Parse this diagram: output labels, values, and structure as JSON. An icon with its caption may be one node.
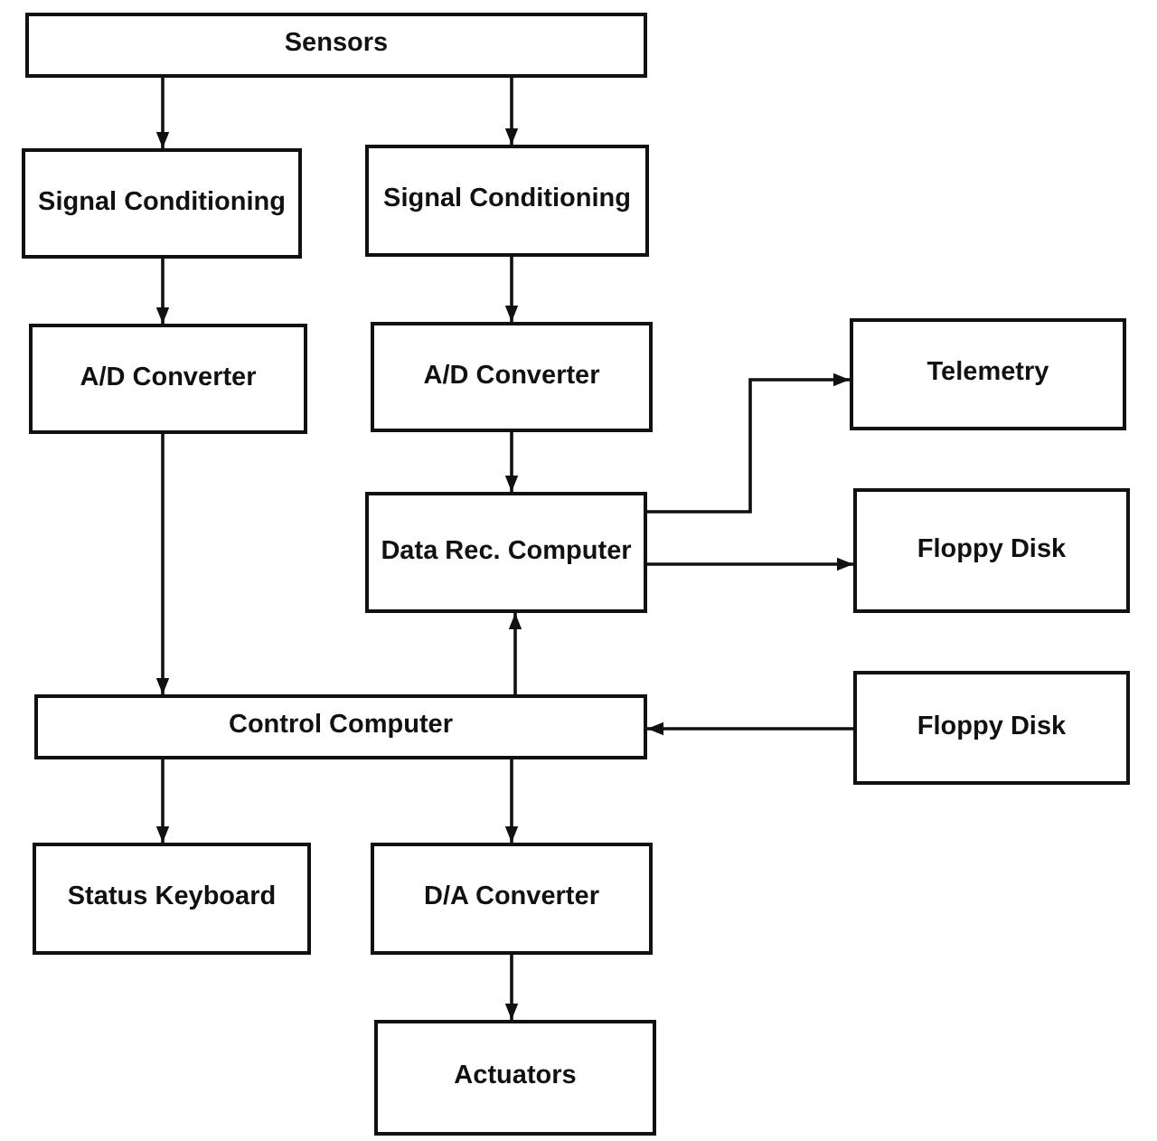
{
  "diagram": {
    "nodes": [
      {
        "text": [
          "Sensors"
        ]
      },
      {
        "text": [
          "Signal Conditioning"
        ]
      },
      {
        "text": [
          "Signal Conditioning"
        ]
      },
      {
        "text": [
          "A/D Converter"
        ]
      },
      {
        "text": [
          "A/D Converter"
        ]
      },
      {
        "text": [
          "Telemetry"
        ]
      },
      {
        "text": [
          "Data Rec. Computer"
        ]
      },
      {
        "text": [
          "Floppy Disk"
        ]
      },
      {
        "text": [
          "Control Computer"
        ]
      },
      {
        "text": [
          "Floppy Disk"
        ]
      },
      {
        "text": [
          "Status Keyboard"
        ]
      },
      {
        "text": [
          "D/A Converter"
        ]
      },
      {
        "text": [
          "Actuators"
        ]
      }
    ],
    "edges": [
      {
        "from": 0,
        "to": 1,
        "arrow": "to"
      },
      {
        "from": 0,
        "to": 2,
        "arrow": "to"
      },
      {
        "from": 1,
        "to": 3,
        "arrow": "to"
      },
      {
        "from": 2,
        "to": 4,
        "arrow": "to"
      },
      {
        "from": 3,
        "to": 8,
        "arrow": "to"
      },
      {
        "from": 4,
        "to": 6,
        "arrow": "to"
      },
      {
        "from": 6,
        "to": 5,
        "arrow": "to"
      },
      {
        "from": 6,
        "to": 7,
        "arrow": "to"
      },
      {
        "from": 8,
        "to": 6,
        "arrow": "to"
      },
      {
        "from": 9,
        "to": 8,
        "arrow": "to"
      },
      {
        "from": 8,
        "to": 10,
        "arrow": "to"
      },
      {
        "from": 8,
        "to": 11,
        "arrow": "to"
      },
      {
        "from": 11,
        "to": 12,
        "arrow": "to"
      }
    ]
  }
}
